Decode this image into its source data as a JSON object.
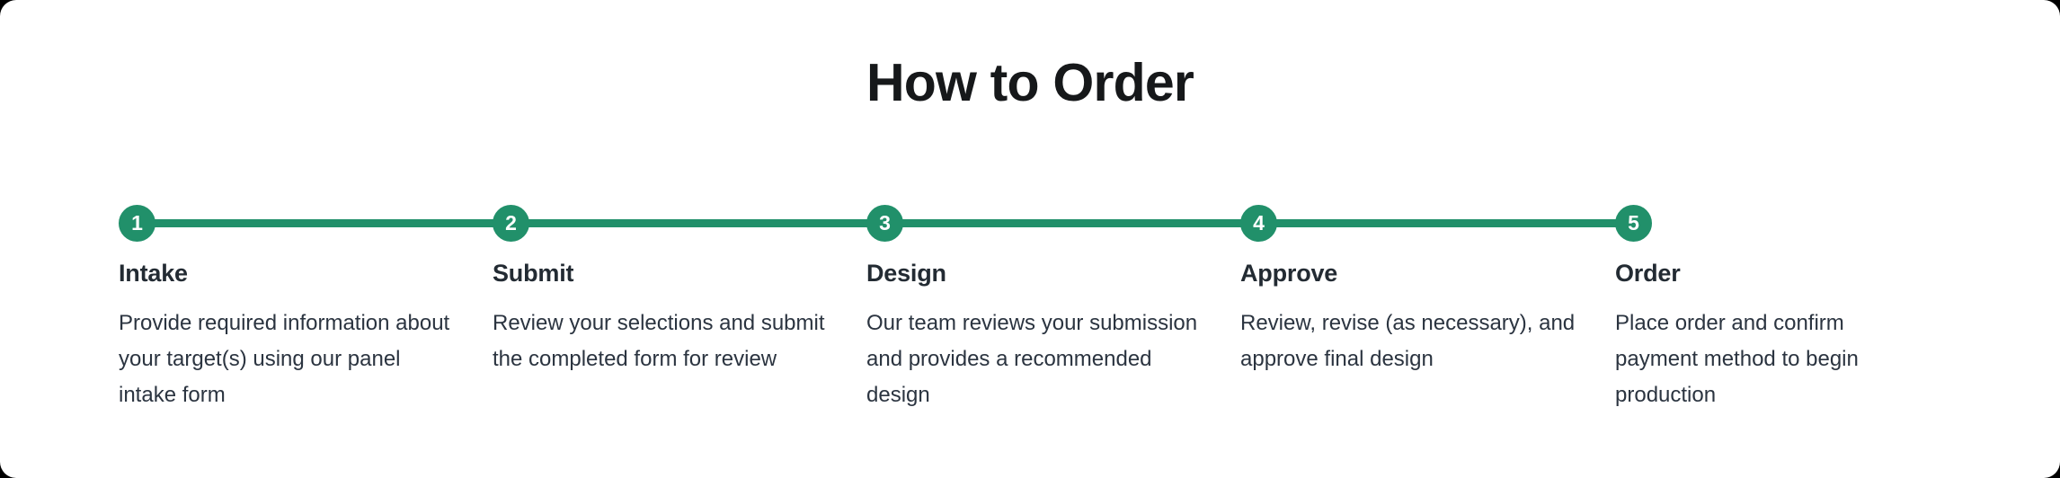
{
  "section": {
    "title": "How to Order",
    "accent_color": "#21906a",
    "title_color": "#16181a",
    "body_color": "#2b3440",
    "background_color": "#ffffff"
  },
  "steps": [
    {
      "number": "1",
      "title": "Intake",
      "description": "Provide required information about your target(s) using our panel intake form"
    },
    {
      "number": "2",
      "title": "Submit",
      "description": "Review your selections and submit the completed form for review"
    },
    {
      "number": "3",
      "title": "Design",
      "description": "Our team reviews your submission and provides a recommended design"
    },
    {
      "number": "4",
      "title": "Approve",
      "description": "Review, revise (as necessary), and approve final design"
    },
    {
      "number": "5",
      "title": "Order",
      "description": "Place order and confirm payment method to begin production"
    }
  ]
}
